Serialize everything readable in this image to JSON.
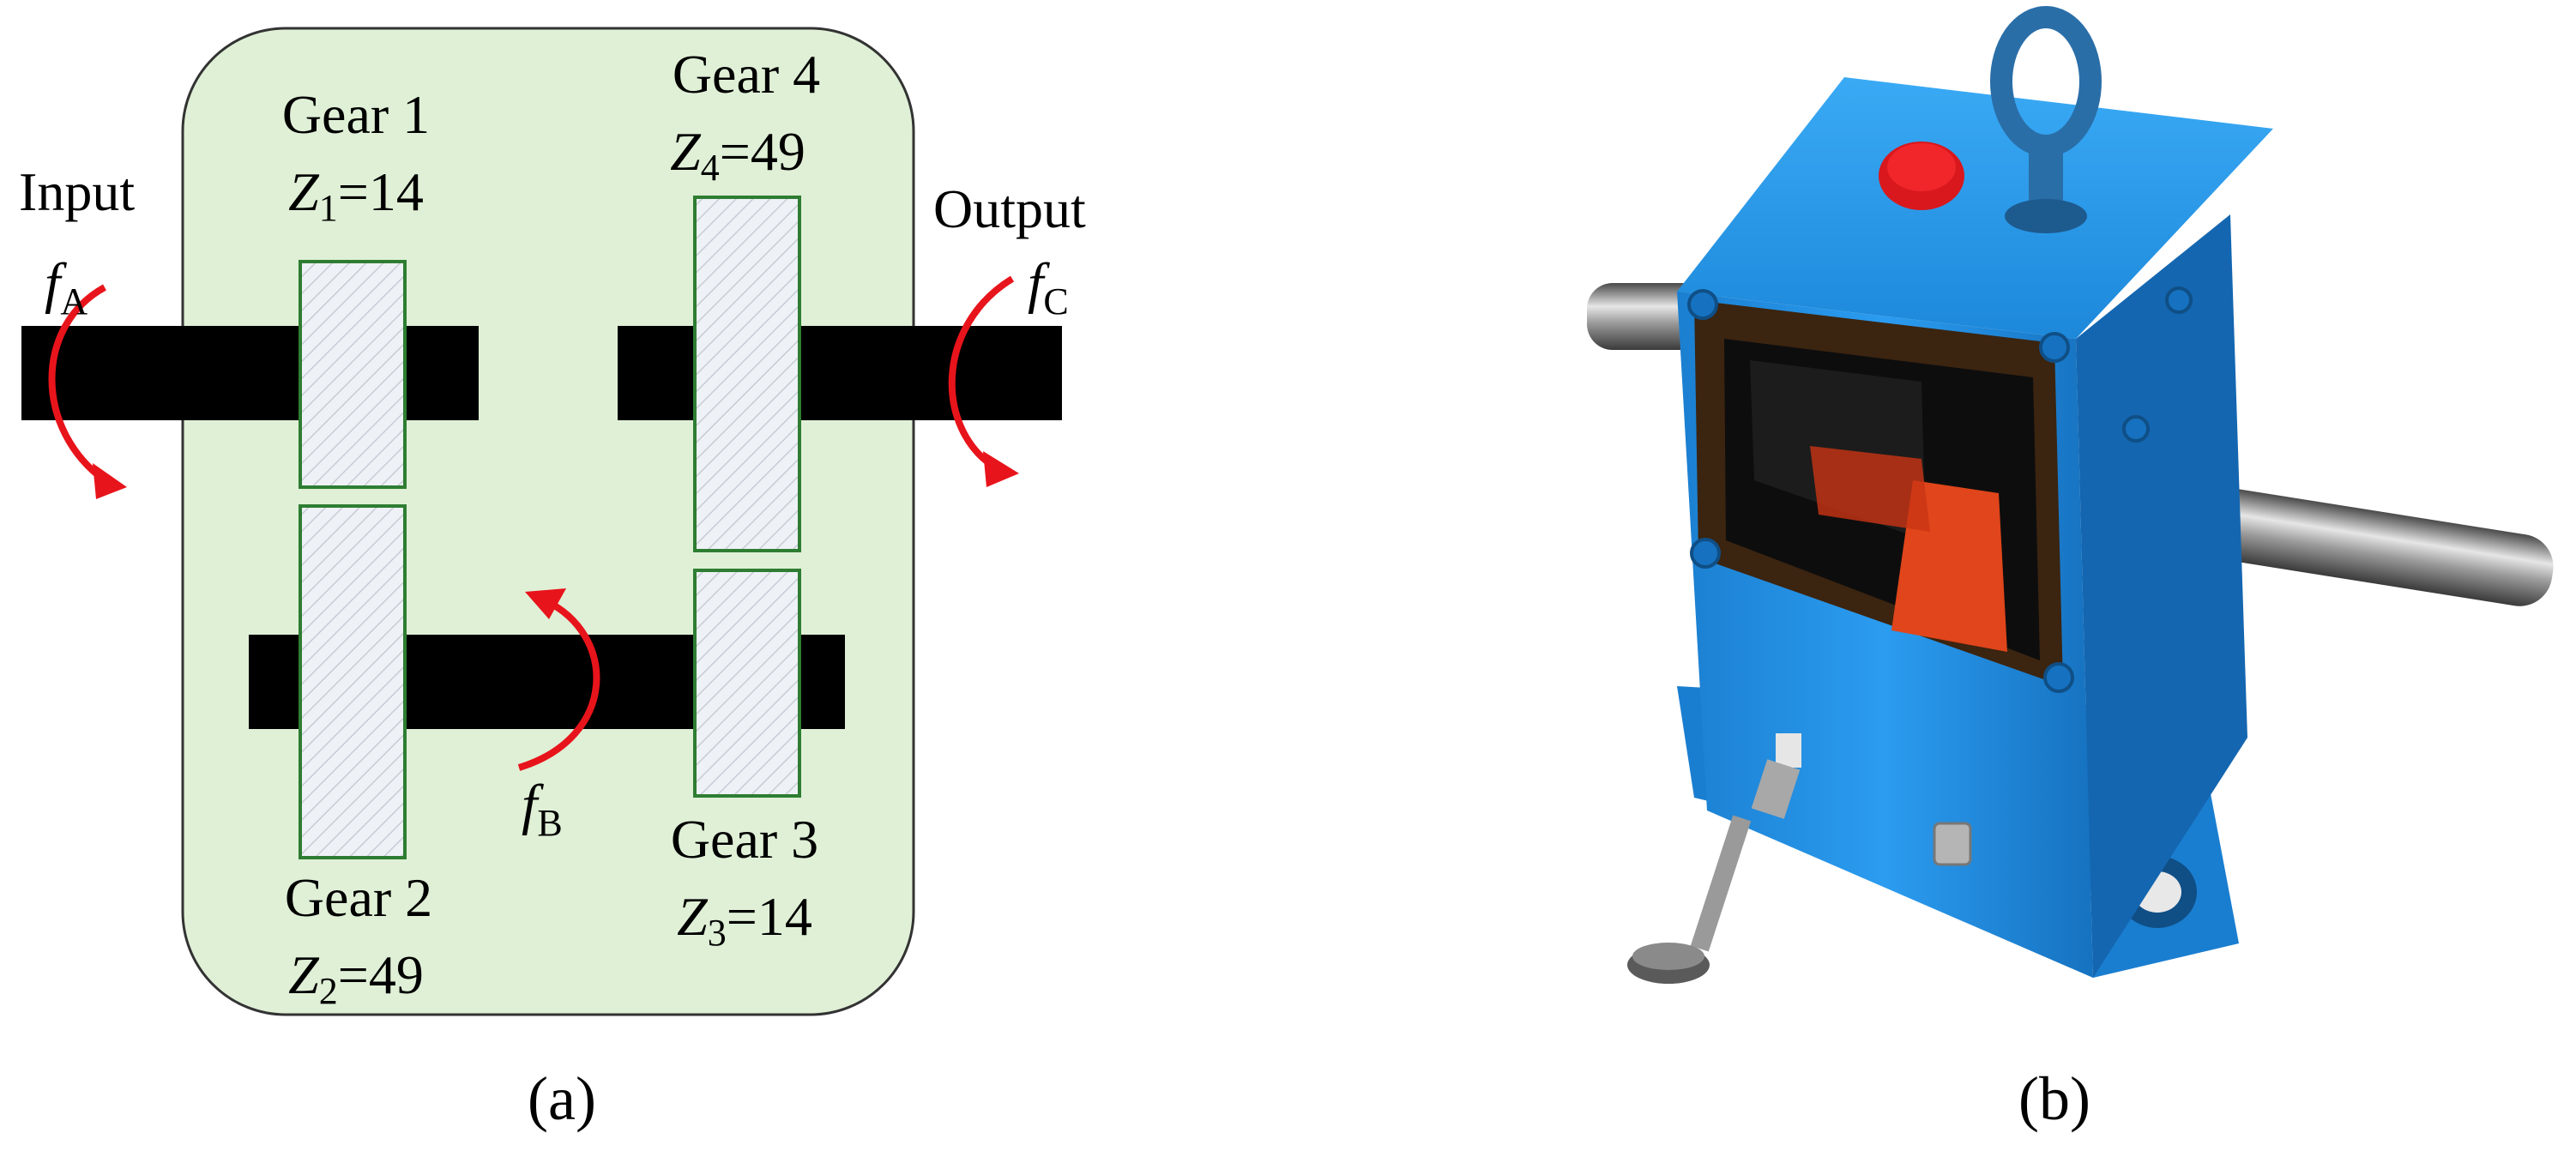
{
  "panel_a": {
    "label": "(a)",
    "input_label": "Input",
    "output_label": "Output",
    "freq_input": {
      "symbol": "f",
      "sub": "A"
    },
    "freq_mid": {
      "symbol": "f",
      "sub": "B"
    },
    "freq_output": {
      "symbol": "f",
      "sub": "C"
    },
    "gears": [
      {
        "name": "Gear 1",
        "symbol": "Z",
        "sub": "1",
        "teeth": "=14"
      },
      {
        "name": "Gear 2",
        "symbol": "Z",
        "sub": "2",
        "teeth": "=49"
      },
      {
        "name": "Gear 3",
        "symbol": "Z",
        "sub": "3",
        "teeth": "=14"
      },
      {
        "name": "Gear 4",
        "symbol": "Z",
        "sub": "4",
        "teeth": "=49"
      }
    ]
  },
  "panel_b": {
    "label": "(b)"
  },
  "colors": {
    "housing_fill": "#dff0d6",
    "gear_outline": "#2e7d32",
    "gear_fill": "#eef0f4",
    "shaft": "#000000",
    "arrow": "#e8141b",
    "gearbox_blue": "#1f8fe0"
  }
}
